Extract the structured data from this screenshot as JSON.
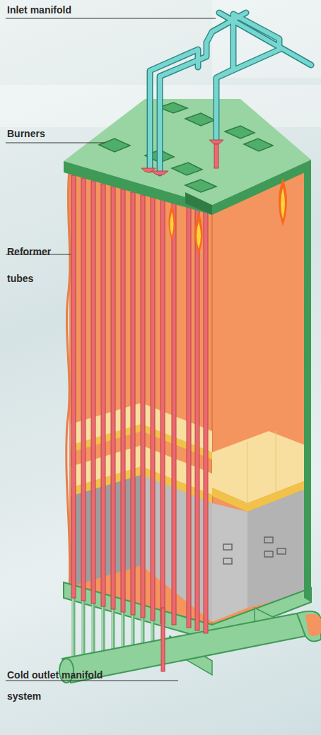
{
  "diagram": {
    "labels": [
      "Inlet manifold",
      "Burners",
      "Reformer tubes",
      "Cold outlet manifold system"
    ]
  }
}
